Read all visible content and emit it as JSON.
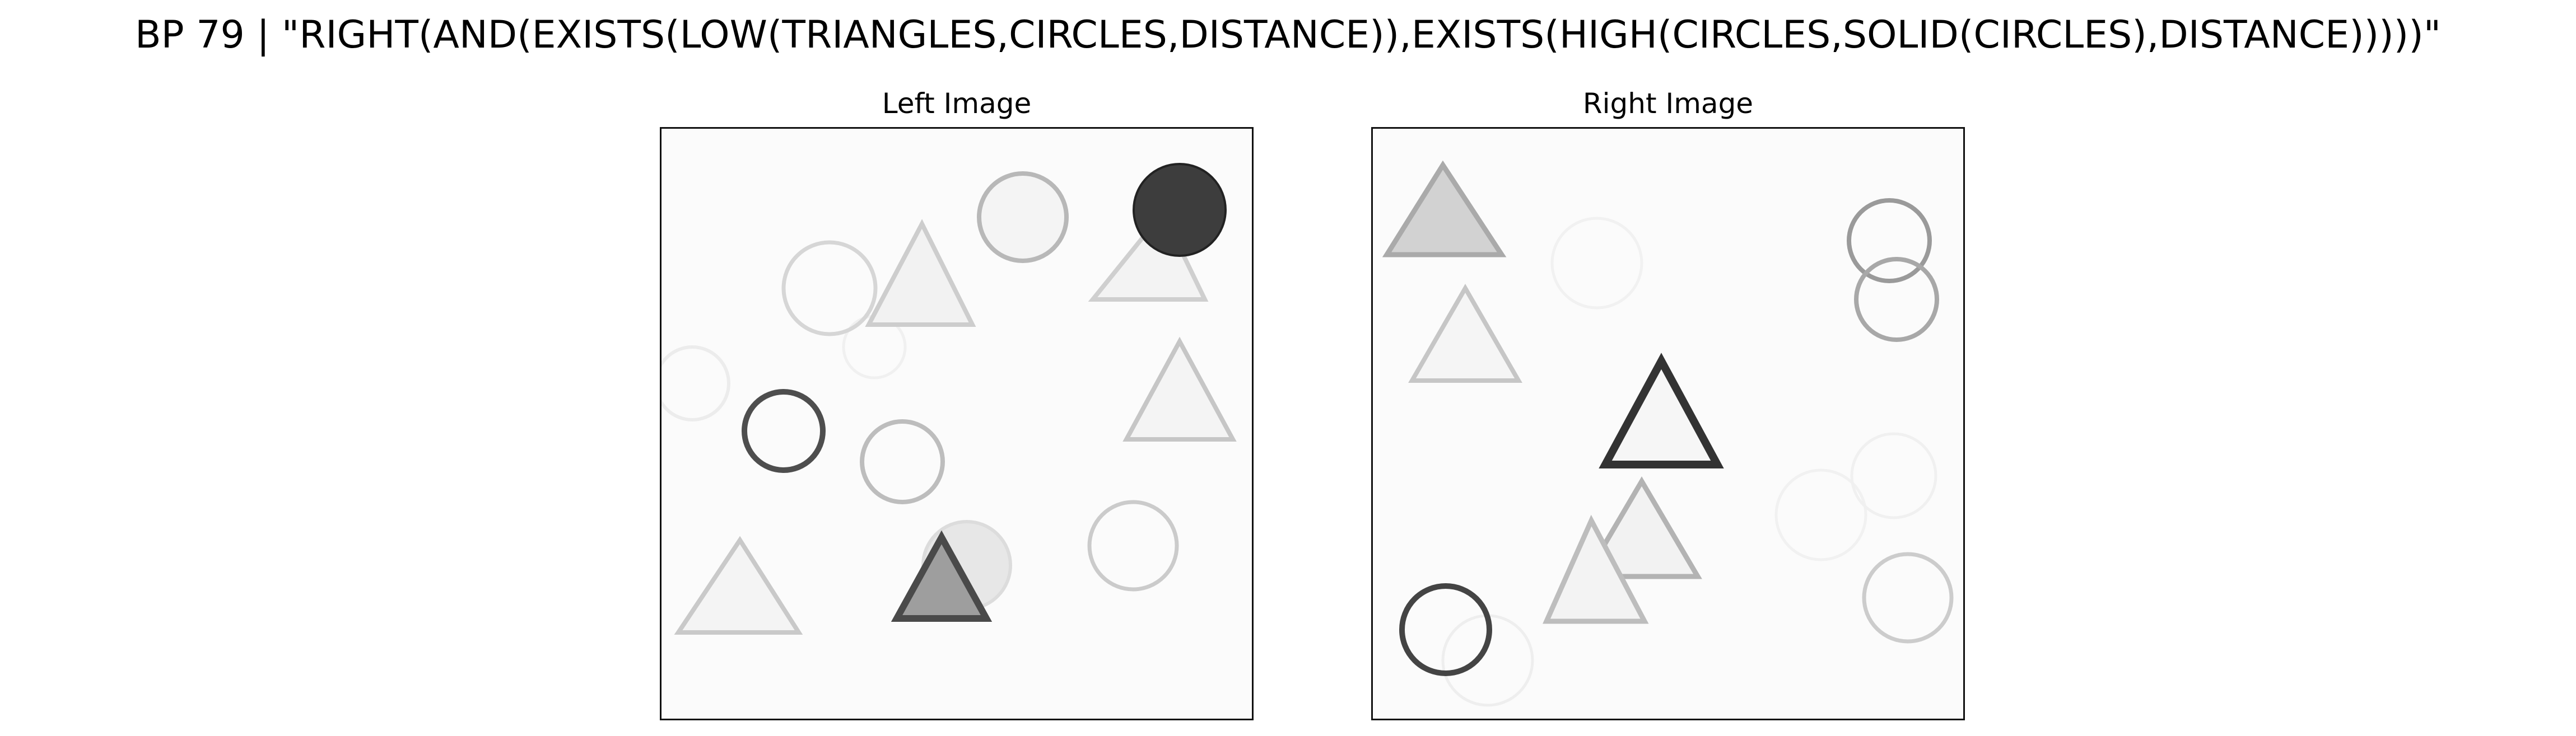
{
  "figure": {
    "title": "BP 79 | \"RIGHT(AND(EXISTS(LOW(TRIANGLES,CIRCLES,DISTANCE)),EXISTS(HIGH(CIRCLES,SOLID(CIRCLES),DISTANCE)))))\""
  },
  "left_image": {
    "title": "Left Image"
  },
  "right_image": {
    "title": "Right Image"
  },
  "colors": {
    "background": "#ffffff",
    "panel_frame": "#111111",
    "shape_dark": "#2b2b2b",
    "shape_light": "#c8c8c8"
  }
}
